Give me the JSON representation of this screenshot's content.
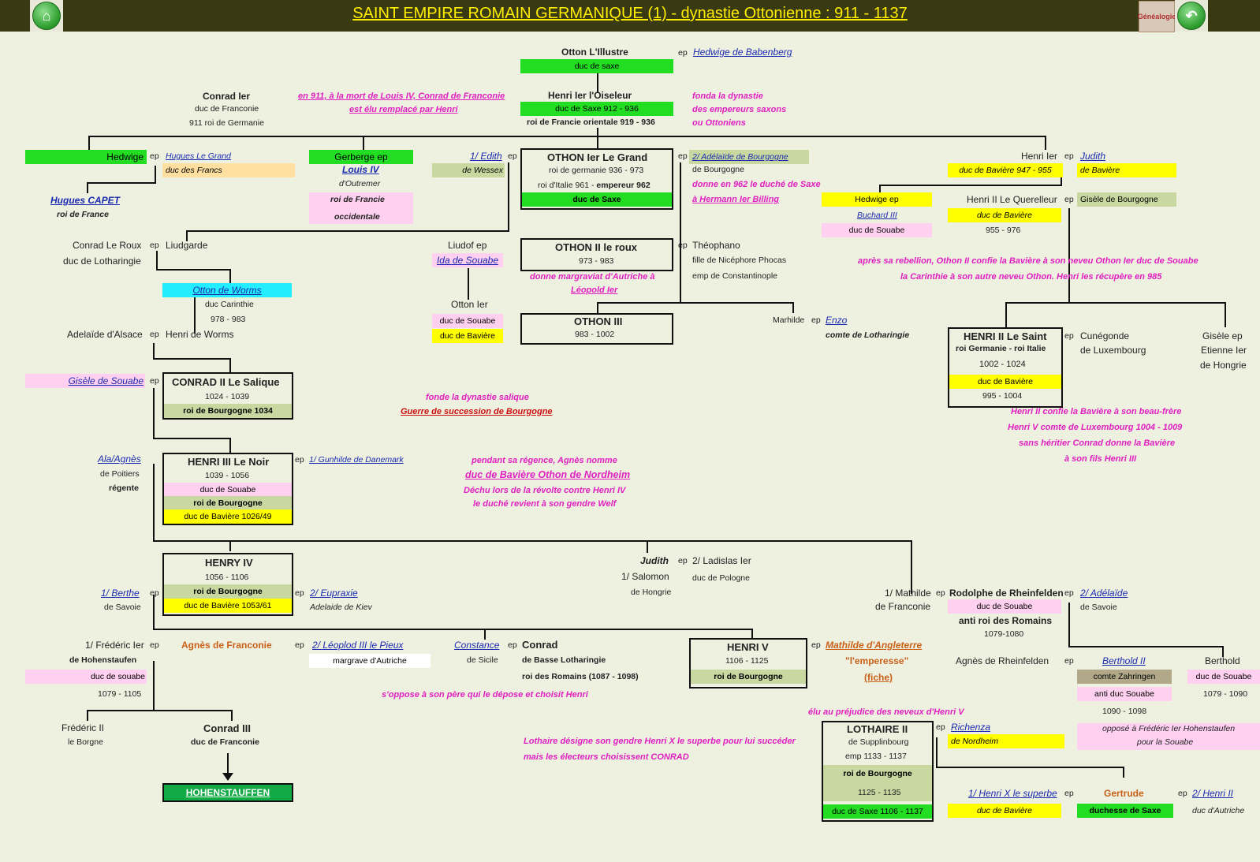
{
  "header": {
    "title": "SAINT EMPIRE ROMAIN GERMANIQUE (1) - dynastie Ottonienne : 911 - 1137",
    "home_icon": "home-icon",
    "back_icon": "back-arrow-icon",
    "genealogie_label": "Généalogie"
  },
  "people": {
    "otton_illustre": {
      "name": "Otton L'Illustre",
      "title": "duc de saxe",
      "ep": "ep",
      "spouse": "Hedwige de Babenberg"
    },
    "henri_oiseleur": {
      "name": "Henri Ier  l'Oiseleur",
      "t1": "duc de Saxe 912 - 936",
      "t2": "roi de Francie orientale 919 - 936"
    },
    "fonda": [
      "fonda la dynastie",
      "des empereurs saxons",
      "ou Ottoniens"
    ],
    "conrad_i": {
      "name": "Conrad Ier",
      "t1": "duc de Franconie",
      "t2": "911 roi de Germanie"
    },
    "note_911": [
      "en 911, à la mort de Louis IV, Conrad de Franconie",
      "est élu remplacé par Henri"
    ],
    "hedwige": {
      "name": "Hedwige",
      "ep": "ep",
      "spouse": "Hugues Le Grand",
      "spouse_title": "duc des Francs"
    },
    "hugues_capet": {
      "name": "Hugues CAPET",
      "title": "roi de France"
    },
    "gerberge": {
      "name": "Gerberge ep",
      "spouse": "Louis IV",
      "spouse_t1": "d'Outremer",
      "spouse_t2": "roi de Francie",
      "spouse_t3": "occidentale"
    },
    "edith": {
      "name": "1/ Edith",
      "ep": "ep",
      "title": "de Wessex"
    },
    "othon_i": {
      "name": "OTHON Ier Le Grand",
      "t1": "roi de germanie 936 - 973",
      "t2a": "roi d'Italie 961 - ",
      "t2b": "empereur 962",
      "t3": "duc de Saxe"
    },
    "adelaide_b": {
      "ep": "ep",
      "name": "2/ Adélaïde de Bourgogne",
      "title": "de Bourgogne",
      "note": [
        "donne en 962 le duché de Saxe",
        "à Hermann Ier Billing"
      ]
    },
    "henri_i_baviere": {
      "name": "Henri Ier",
      "ep": "ep",
      "spouse": "Judith",
      "title": "duc de Bavière 947 - 955",
      "spouse_title": "de Bavière"
    },
    "hedwige2": {
      "name": "Hedwige ep",
      "spouse": "Buchard III",
      "title": "duc de Souabe"
    },
    "henri_querelleur": {
      "name": "Henri II Le Querelleur",
      "ep": "ep",
      "spouse": "Gisèle de Bourgogne",
      "t1": "duc de Bavière",
      "t2": "955 - 976"
    },
    "conrad_roux": {
      "name": "Conrad Le Roux",
      "ep": "ep",
      "spouse": "Liudgarde",
      "title": "duc de Lotharingie"
    },
    "liudof": {
      "name": "Liudof ep",
      "spouse": "Ida de Souabe"
    },
    "othon_ii": {
      "name": "OTHON II le roux",
      "t1": "973 - 983",
      "ep": "ep",
      "spouse": "Théophano",
      "s1": "fille de Nicéphore Phocas",
      "s2": "emp de Constantinople",
      "note": [
        "donne margraviat d'Autriche à",
        "Léopold Ier"
      ]
    },
    "rebellion": [
      "après sa rebellion, Othon II confie la Bavière à son neveu Othon Ier duc de Souabe",
      "la Carinthie à son autre neveu Othon. Henri les récupère en 985"
    ],
    "otton_worms": {
      "name": "Otton de Worms",
      "t1": "duc Carinthie",
      "t2": "978 - 983"
    },
    "otton_i_souabe": {
      "name": "Otton Ier",
      "t1": "duc de Souabe",
      "t2": "duc de Bavière"
    },
    "othon_iii": {
      "name": "OTHON III",
      "t1": "983 - 1002"
    },
    "marhilde": {
      "name": "Marhilde",
      "ep": "ep",
      "spouse": "Enzo",
      "title": "comte de Lotharingie"
    },
    "adelaide_alsace": {
      "name": "Adelaïde d'Alsace",
      "ep": "ep",
      "spouse": "Henri de Worms"
    },
    "henri_ii_saint": {
      "name": "HENRI II Le Saint",
      "t1": "roi Germanie - roi Italie",
      "t2": "1002 - 1024",
      "t3": "duc de Bavière",
      "t4": "995 - 1004",
      "ep": "ep",
      "spouse1": "Cunégonde",
      "spouse2": "de Luxembourg"
    },
    "gisele_ep": [
      "Gisèle ep",
      "Etienne Ier",
      "de Hongrie"
    ],
    "henri_ii_note": [
      "Henri II confie la Bavière à son beau-frère",
      "Henri V comte de Luxembourg 1004 - 1009",
      "sans héritier Conrad donne la Bavière",
      "à son fils Henri III"
    ],
    "gisele_souabe": {
      "name": "Gisèle de Souabe",
      "ep": "ep"
    },
    "conrad_ii": {
      "name": "CONRAD II Le Salique",
      "t1": "1024 - 1039",
      "t2": "roi de Bourgogne 1034"
    },
    "salique_note": {
      "l1": "fonde la dynastie salique",
      "l2": "Guerre de succession de Bourgogne"
    },
    "agnes": {
      "name": "Ala/Agnès",
      "t1": "de Poitiers",
      "t2": "régente"
    },
    "henri_iii": {
      "name": "HENRI III Le Noir",
      "t1": "1039 - 1056",
      "t2": "duc de Souabe",
      "t3": "roi de Bourgogne",
      "t4": "duc de Bavière  1026/49",
      "ep": "ep",
      "spouse": "1/ Gunhilde de Danemark"
    },
    "regence": [
      "pendant sa régence, Agnès nomme",
      "duc de Bavière Othon de Nordheim",
      "Déchu lors de la révolte contre Henri IV",
      "le duché revient à son gendre Welf"
    ],
    "henry_iv": {
      "name": "HENRY IV",
      "t1": "1056 - 1106",
      "t2": "roi de Bourgogne",
      "t3": "duc de Bavière 1053/61",
      "ep": "ep",
      "spouse1": "1/ Berthe",
      "spouse1_t": "de Savoie",
      "ep2": "ep",
      "spouse2": "2/ Eupraxie",
      "spouse2_t": "Adelaide de Kiev"
    },
    "judith": {
      "name": "Judith",
      "ep": "ep",
      "spouse": "2/ Ladislas Ier",
      "spouse_t": "duc de Pologne",
      "s1": "1/ Salomon",
      "s1_t": "de Hongrie"
    },
    "mathilde": {
      "name": "1/ Mathilde",
      "t1": "de Franconie",
      "ep": "ep",
      "spouse": "Rodolphe de Rheinfelden",
      "s1": "duc de Souabe",
      "s2": "anti roi des Romains",
      "s3": "1079-1080",
      "ep2": "ep",
      "spouse2": "2/ Adélaïde",
      "spouse2_t": "de Savoie"
    },
    "frederic_i": {
      "name": "1/ Frédéric Ier",
      "ep": "ep",
      "t1": "de Hohenstaufen",
      "t2": "duc de souabe",
      "t3": "1079 - 1105"
    },
    "agnes_franconie": {
      "name": "Agnès  de Franconie",
      "ep": "ep",
      "spouse": "2/ Léoplod III le Pieux",
      "spouse_t": "margrave d'Autriche"
    },
    "constance": {
      "name": "Constance",
      "ep": "ep",
      "t1": "de Sicile"
    },
    "conrad_bl": {
      "name": "Conrad",
      "t1": "de Basse Lotharingie",
      "t2": "roi des Romains (1087 - 1098)"
    },
    "henri_v": {
      "name": "HENRI V",
      "t1": "1106 - 1125",
      "t2": "roi de Bourgogne",
      "ep": "ep",
      "spouse": "Mathilde d'Angleterre",
      "s1": "\"l'emperesse\"",
      "s2": "(fiche)"
    },
    "oppose_note": "s'oppose à son père qui le dépose et choisit Henri",
    "agnes_rh": {
      "name": "Agnès de Rheinfelden",
      "ep": "ep",
      "spouse": "Berthold II",
      "s1": "comte Zahringen",
      "s2": "anti duc Souabe",
      "s3": "1090 - 1098"
    },
    "berthold": {
      "name": "Berthold",
      "t1": "duc de Souabe",
      "t2": "1079 - 1090",
      "note": [
        "opposé à Frédéric Ier Hohenstaufen",
        "pour la Souabe"
      ]
    },
    "frederic_ii": {
      "name": "Frédéric II",
      "t1": "le Borgne"
    },
    "conrad_iii": {
      "name": "Conrad III",
      "t1": "duc de Franconie"
    },
    "hohenstauffen": "HOHENSTAUFFEN",
    "elu_note": "élu au préjudice des neveux d'Henri V",
    "lothaire_note": [
      "Lothaire désigne son gendre Henri X le superbe pour lui succéder",
      "mais les électeurs choisissent CONRAD"
    ],
    "lothaire": {
      "name": "LOTHAIRE II",
      "t1": "de Supplinbourg",
      "t2": "emp 1133 - 1137",
      "t3": "roi de Bourgogne",
      "t4": "1125 - 1135",
      "t5": "duc de Saxe 1106 - 1137",
      "ep": "ep",
      "spouse": "Richenza",
      "spouse_t": "de Nordheim"
    },
    "gertrude": {
      "name": "Gertrude",
      "ep": "ep",
      "title": "duchesse de Saxe",
      "spouse1": "1/ Henri X le superbe",
      "spouse1_t": "duc de Bavière",
      "ep2": "ep",
      "spouse2": "2/ Henri II",
      "spouse2_t": "duc d'Autriche"
    }
  },
  "colors": {
    "green": "#22dd22",
    "yellow": "#ffff00",
    "pink": "#ffd0f0",
    "olive": "#c8d8a0",
    "cyan": "#22eeff",
    "magenta": "#e020c0",
    "background": "#eef0e0"
  }
}
